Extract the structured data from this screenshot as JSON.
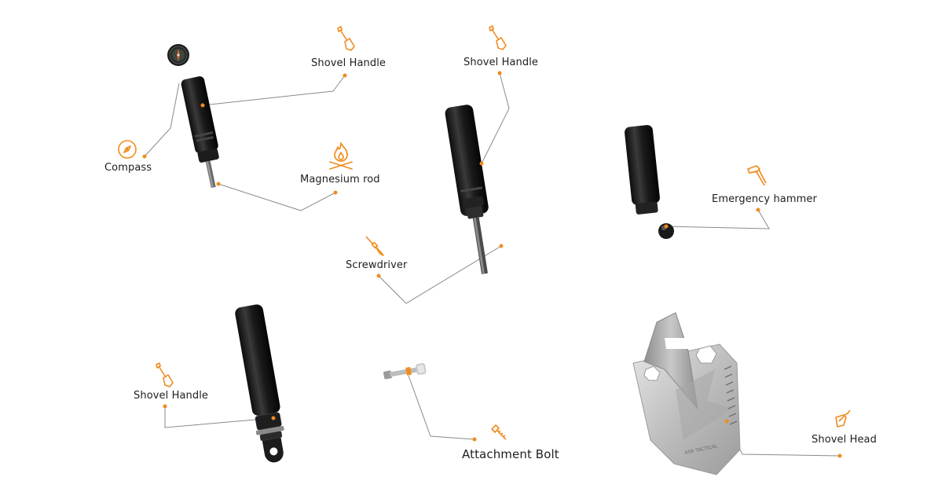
{
  "colors": {
    "accent": "#f08c1e",
    "leader_line": "#8a8a8a",
    "handle": "#1a1a1a",
    "steel": "#c8c8c8",
    "background": "#ffffff"
  },
  "labels": {
    "shovel_handle_1": "Shovel Handle",
    "compass": "Compass",
    "magnesium_rod": "Magnesium rod",
    "shovel_handle_2": "Shovel Handle",
    "screwdriver": "Screwdriver",
    "emergency_hammer": "Emergency hammer",
    "shovel_handle_3": "Shovel Handle",
    "attachment_bolt": "Attachment Bolt",
    "shovel_head": "Shovel Head",
    "brand_stamp": "ASR TACTICAL"
  },
  "icons": {
    "shovel_handle_1": "shovel-icon",
    "compass": "compass-icon",
    "magnesium_rod": "campfire-icon",
    "shovel_handle_2": "shovel-icon",
    "screwdriver": "screwdriver-icon",
    "emergency_hammer": "hammer-icon",
    "shovel_handle_3": "shovel-icon",
    "attachment_bolt": "bolt-icon",
    "shovel_head": "shovel-head-icon"
  }
}
